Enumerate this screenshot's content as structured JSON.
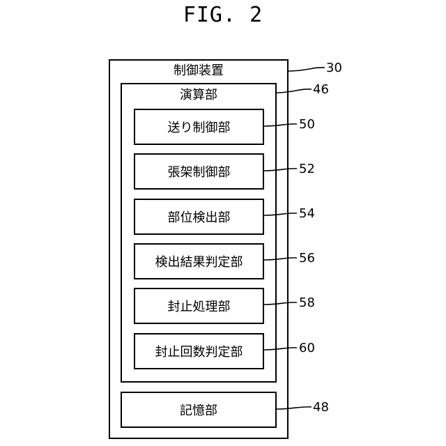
{
  "figure": {
    "title": "FIG. 2"
  },
  "controller": {
    "label": "制御装置",
    "ref": "30"
  },
  "compute": {
    "label": "演算部",
    "ref": "46"
  },
  "units": [
    {
      "label": "送り制御部",
      "ref": "50"
    },
    {
      "label": "張架制御部",
      "ref": "52"
    },
    {
      "label": "部位検出部",
      "ref": "54"
    },
    {
      "label": "検出結果判定部",
      "ref": "56"
    },
    {
      "label": "封止処理部",
      "ref": "58"
    },
    {
      "label": "封止回数判定部",
      "ref": "60"
    }
  ],
  "storage": {
    "label": "記憶部",
    "ref": "48"
  }
}
